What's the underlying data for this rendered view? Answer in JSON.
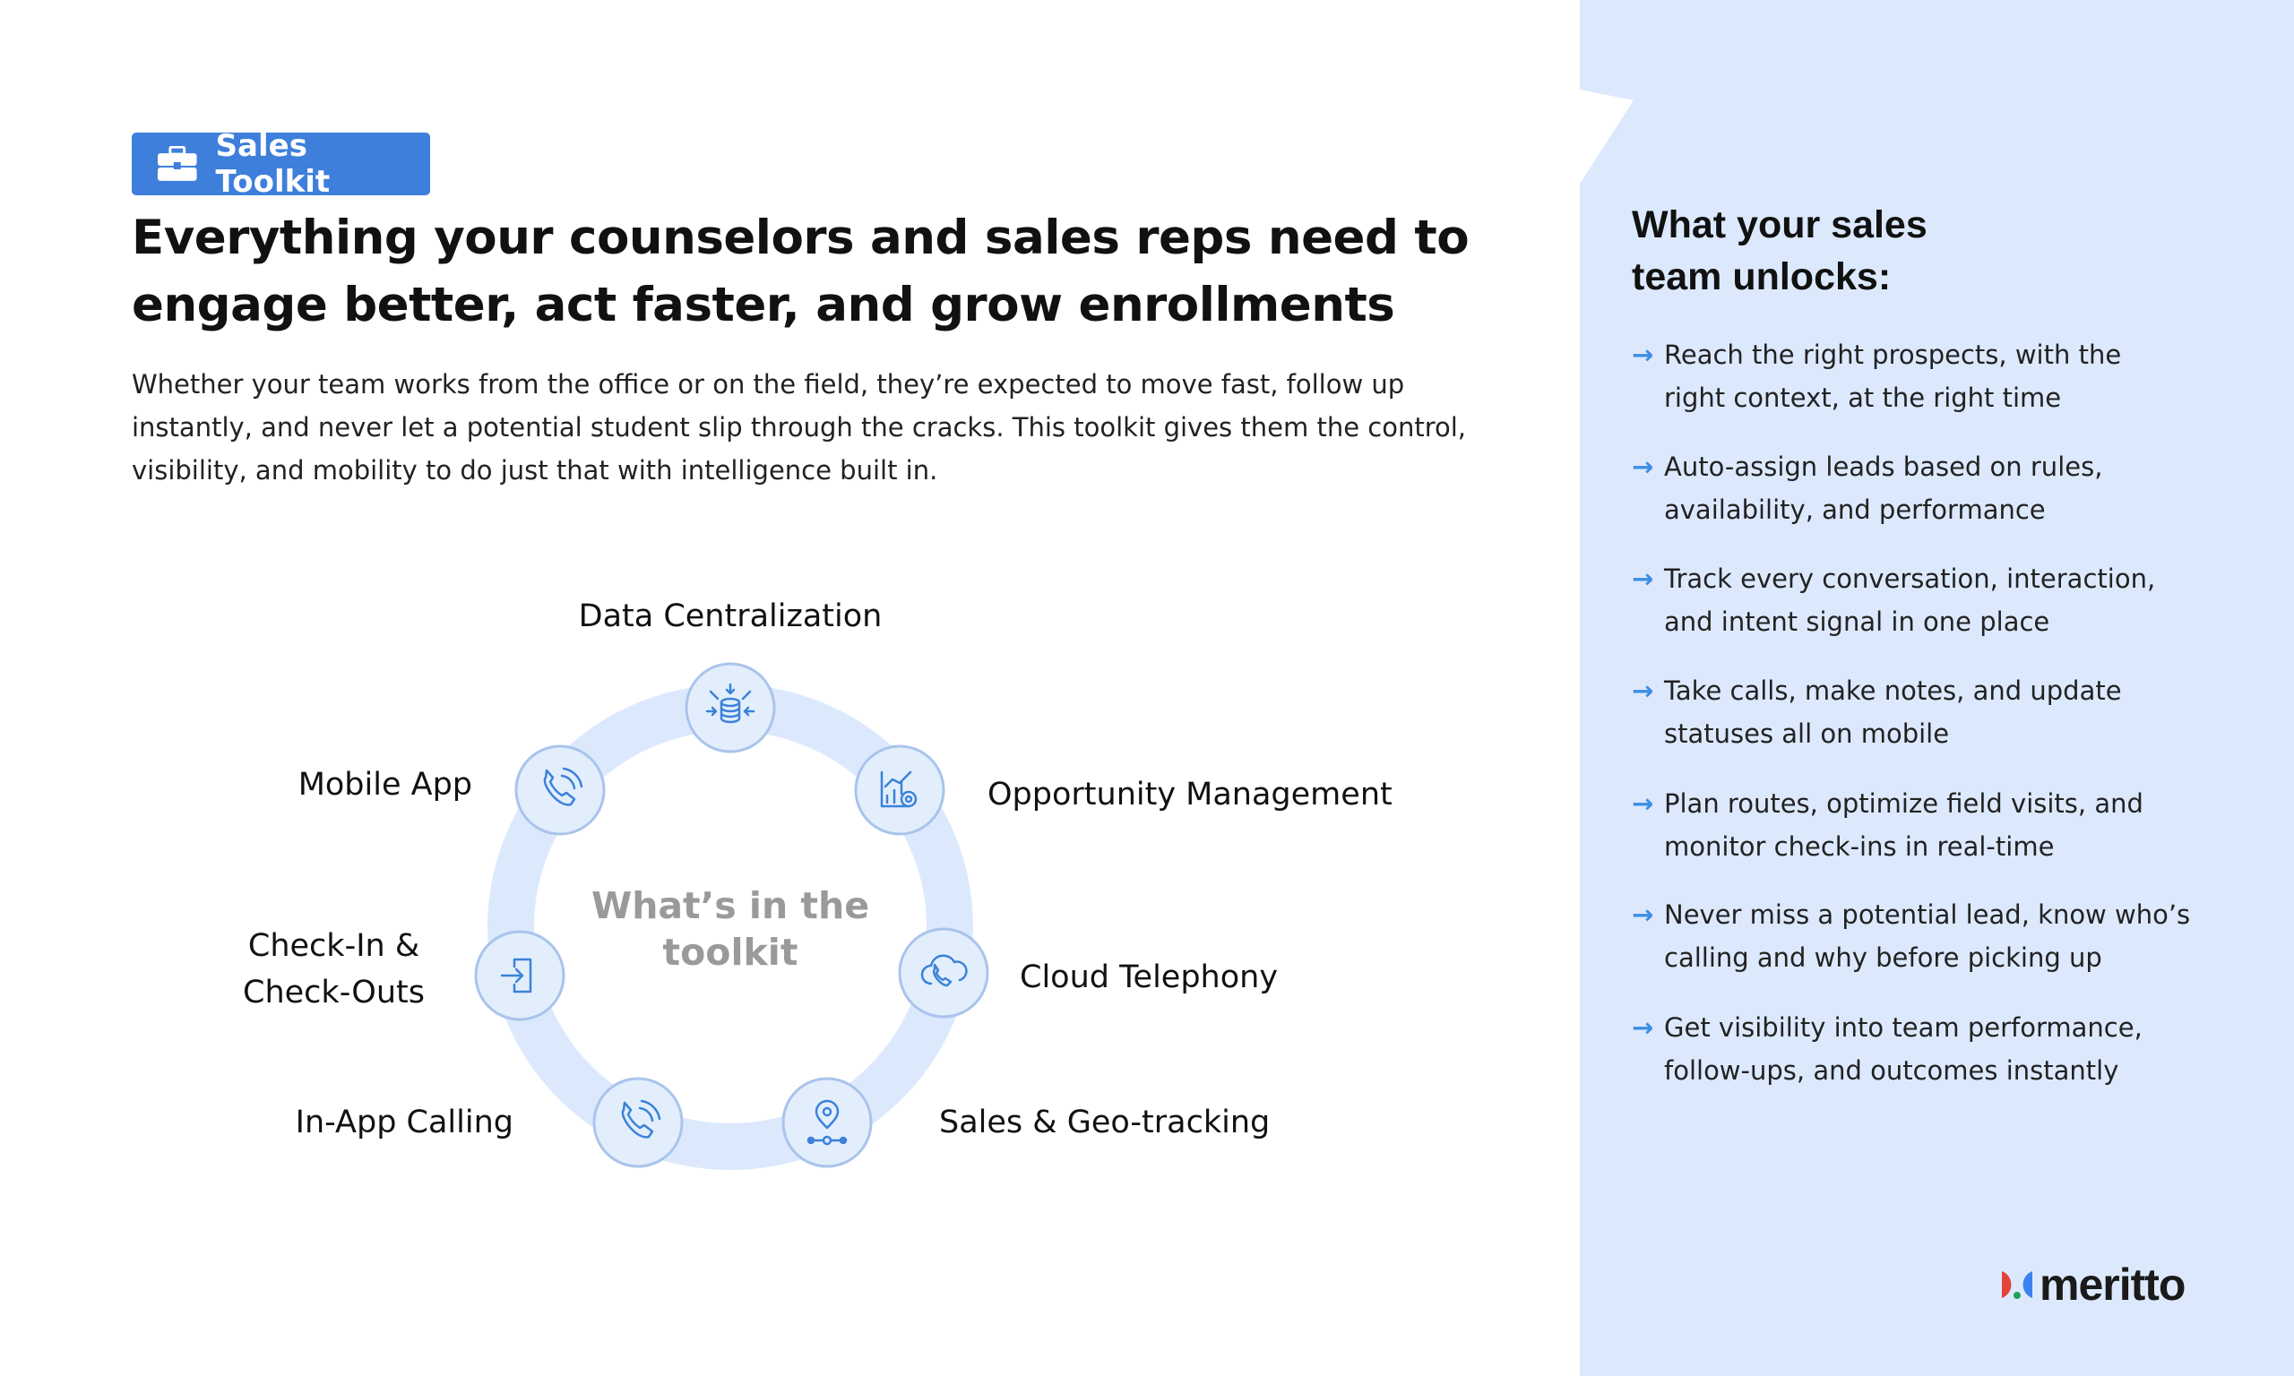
{
  "badge": {
    "label": "Sales Toolkit",
    "icon": "briefcase-icon"
  },
  "title": {
    "line1": "Everything your counselors and sales reps need to",
    "line2": "engage better, act faster, and grow enrollments"
  },
  "intro": {
    "line1": "Whether your team works from the office or on the field, they’re expected to move fast, follow up",
    "line2": "instantly, and never let a potential student slip through the cracks. This toolkit gives them the control,",
    "line3": "visibility, and mobility to do just that with intelligence built in."
  },
  "diagram": {
    "center_line1": "What’s in the",
    "center_line2": "toolkit",
    "features": [
      {
        "label": "Data Centralization",
        "icon": "database-icon"
      },
      {
        "label": "Opportunity Management",
        "icon": "chart-target-icon"
      },
      {
        "label": "Cloud Telephony",
        "icon": "cloud-phone-icon"
      },
      {
        "label": "Sales & Geo-tracking",
        "icon": "location-pin-icon"
      },
      {
        "label": "In-App Calling",
        "icon": "phone-call-icon"
      },
      {
        "label": "Check-In &",
        "label2": "Check-Outs",
        "icon": "sign-in-icon"
      },
      {
        "label": "Mobile App",
        "icon": "phone-call-icon"
      }
    ]
  },
  "panel": {
    "heading_line1": "What your sales",
    "heading_line2": "team unlocks:",
    "items": [
      {
        "line1": "Reach the right prospects, with the",
        "line2": "right context, at the right time"
      },
      {
        "line1": "Auto-assign leads based on rules,",
        "line2": "availability, and performance"
      },
      {
        "line1": "Track every conversation, interaction,",
        "line2": "and intent signal in one place"
      },
      {
        "line1": "Take calls, make notes, and update",
        "line2": "statuses all on mobile"
      },
      {
        "line1": "Plan routes, optimize field visits, and",
        "line2": "monitor check-ins in real-time"
      },
      {
        "line1": "Never miss a potential lead, know who’s",
        "line2": "calling and why before picking up"
      },
      {
        "line1": "Get visibility into team performance,",
        "line2": "follow-ups, and outcomes instantly"
      }
    ],
    "arrow": "→"
  },
  "logo": {
    "text": "meritto"
  },
  "colors": {
    "accent": "#3d7fdb",
    "panel": "#dce9fd",
    "ring": "#dce9fd",
    "node_border": "#a9c4ec"
  }
}
